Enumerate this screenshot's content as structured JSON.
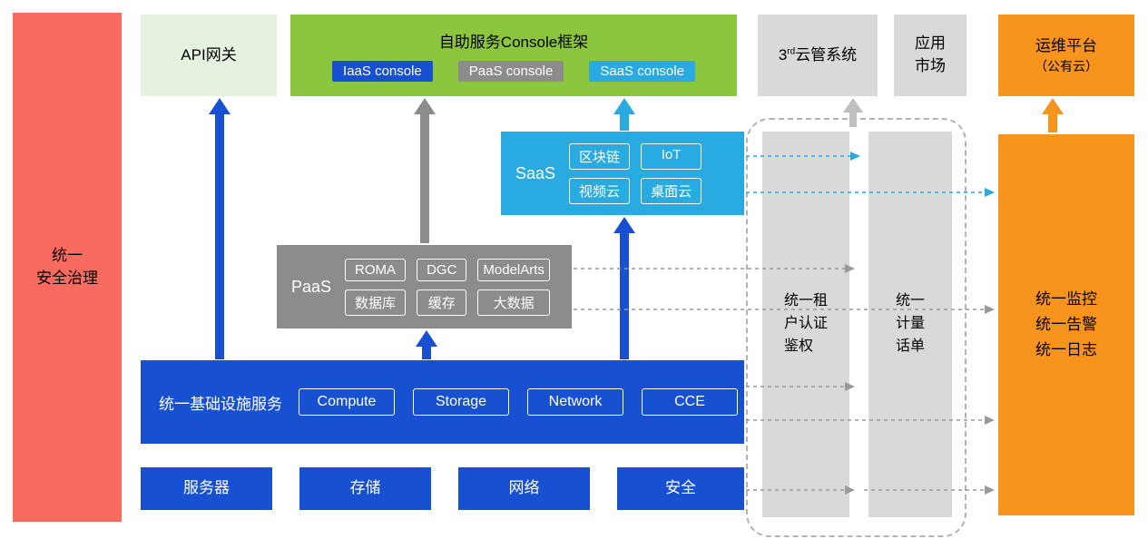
{
  "colors": {
    "blue": "#1850D2",
    "cyan": "#29ABE2",
    "green": "#8CC63F",
    "light_green": "#E6F2E0",
    "gray": "#8C8C8C",
    "light_gray": "#D9D9D9",
    "orange": "#F7941E",
    "red": "#F96A5F"
  },
  "left_bar": {
    "label": "统一\n安全治理"
  },
  "top_row": {
    "api_gateway": {
      "label": "API网关"
    },
    "console": {
      "title": "自助服务Console框架",
      "buttons": [
        {
          "label": "IaaS console",
          "color": "#1850D2"
        },
        {
          "label": "PaaS console",
          "color": "#8C8C8C"
        },
        {
          "label": "SaaS console",
          "color": "#29ABE2"
        }
      ]
    },
    "third_party_cloud": {
      "prefix": "3",
      "sup": "rd",
      "suffix": "云管系统"
    },
    "app_market": {
      "label": "应用\n市场"
    },
    "om_platform": {
      "line1": "运维平台",
      "line2": "（公有云）"
    }
  },
  "saas": {
    "label": "SaaS",
    "chips": [
      "区块链",
      "IoT",
      "视频云",
      "桌面云"
    ]
  },
  "paas": {
    "label": "PaaS",
    "chips": [
      "ROMA",
      "DGC",
      "ModelArts",
      "数据库",
      "缓存",
      "大数据"
    ]
  },
  "infrastructure": {
    "label": "统一基础设施服务",
    "chips": [
      "Compute",
      "Storage",
      "Network",
      "CCE"
    ]
  },
  "hardware_row": [
    {
      "label": "服务器"
    },
    {
      "label": "存储"
    },
    {
      "label": "网络"
    },
    {
      "label": "安全"
    }
  ],
  "right_panel": {
    "auth": {
      "label": "统一租\n户认证\n鉴权"
    },
    "billing": {
      "label": "统一\n计量\n话单"
    },
    "om_bar": {
      "label": "统一监控\n统一告警\n统一日志"
    }
  }
}
